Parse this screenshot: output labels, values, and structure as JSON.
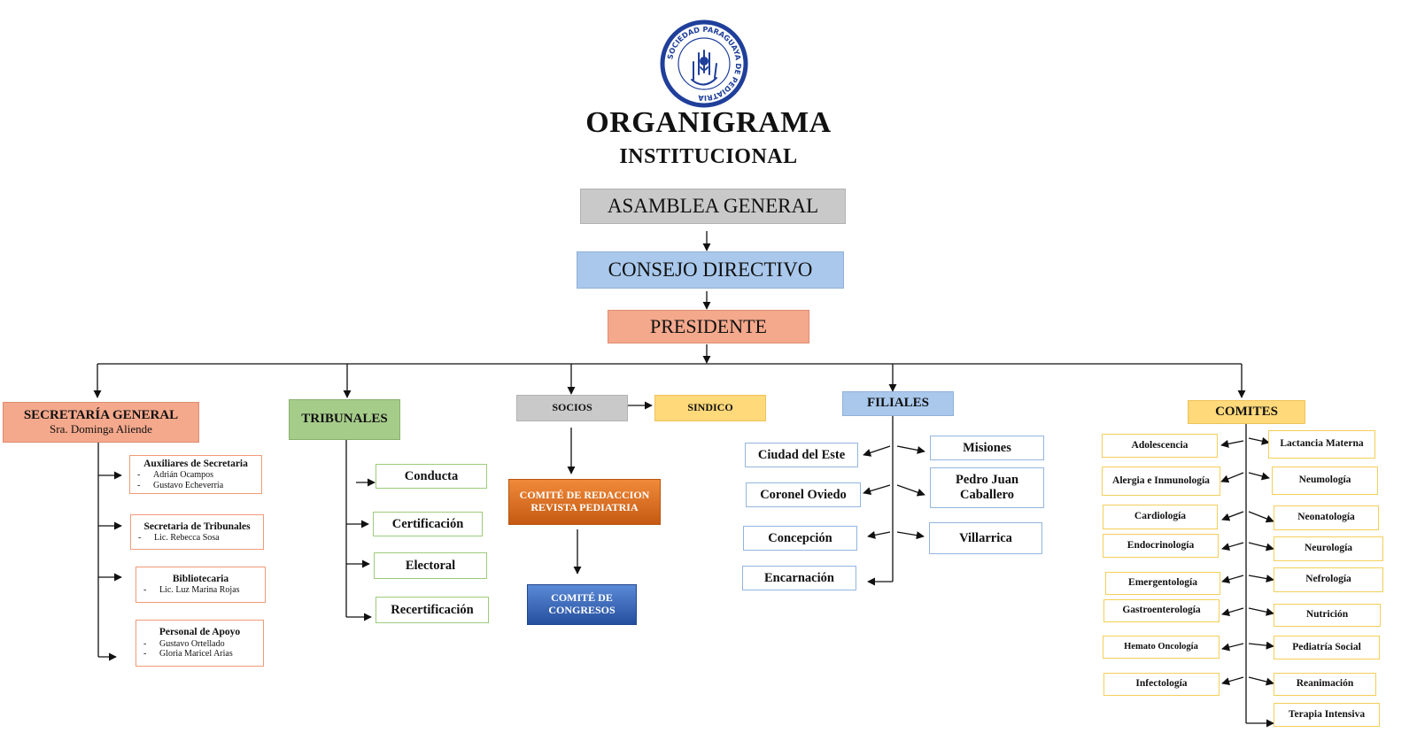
{
  "logo": {
    "seal_text": "SOCIEDAD PARAGUAYA DE PEDIATRIA",
    "icon": "hand-child-seal-icon"
  },
  "title": {
    "line1": "ORGANIGRAMA",
    "line2": "INSTITUCIONAL"
  },
  "top": {
    "asamblea": "ASAMBLEA GENERAL",
    "consejo": "CONSEJO DIRECTIVO",
    "presidente": "PRESIDENTE"
  },
  "secretaria": {
    "title": "SECRETARÍA GENERAL",
    "head": "Sra. Dominga Aliende",
    "units": [
      {
        "title": "Auxiliares de Secretaria",
        "staff": [
          "Adrián Ocampos",
          "Gustavo Echeverría"
        ]
      },
      {
        "title": "Secretaria de Tribunales",
        "staff": [
          "Lic. Rebecca Sosa"
        ]
      },
      {
        "title": "Bibliotecaria",
        "staff": [
          "Lic. Luz Marina Rojas"
        ]
      },
      {
        "title": "Personal de Apoyo",
        "staff": [
          "Gustavo Ortellado",
          "Gloria Maricel Arias"
        ]
      }
    ]
  },
  "tribunales": {
    "title": "TRIBUNALES",
    "items": [
      "Conducta",
      "Certificación",
      "Electoral",
      "Recertificación"
    ]
  },
  "socios": {
    "title": "SOCIOS",
    "sindico": "SINDICO",
    "comite_redaccion": "COMITÉ DE REDACCION REVISTA PEDIATRIA",
    "comite_congresos": "COMITÉ DE CONGRESOS"
  },
  "filiales": {
    "title": "FILIALES",
    "left": [
      "Ciudad del Este",
      "Coronel Oviedo",
      "Concepción",
      "Encarnación"
    ],
    "right": [
      "Misiones",
      "Pedro Juan Caballero",
      "Villarrica"
    ]
  },
  "comites": {
    "title": "COMITES",
    "left": [
      "Adolescencia",
      "Alergia e Inmunología",
      "Cardiología",
      "Endocrinología",
      "Emergentología",
      "Gastroenterología",
      "Hemato Oncología",
      "Infectología"
    ],
    "right": [
      "Lactancia Materna",
      "Neumología",
      "Neonatología",
      "Neurología",
      "Nefrología",
      "Nutrición",
      "Pediatría Social",
      "Reanimación",
      "Terapia Intensiva"
    ]
  },
  "colors": {
    "grey": "#c9c9c9",
    "blue": "#a9c8ec",
    "salmon": "#f4a88c",
    "green": "#a6cc8a",
    "yellow": "#ffd97a",
    "orange": "#e2782a",
    "navy": "#3d6bbd",
    "logo_blue": "#1f3f9a"
  }
}
